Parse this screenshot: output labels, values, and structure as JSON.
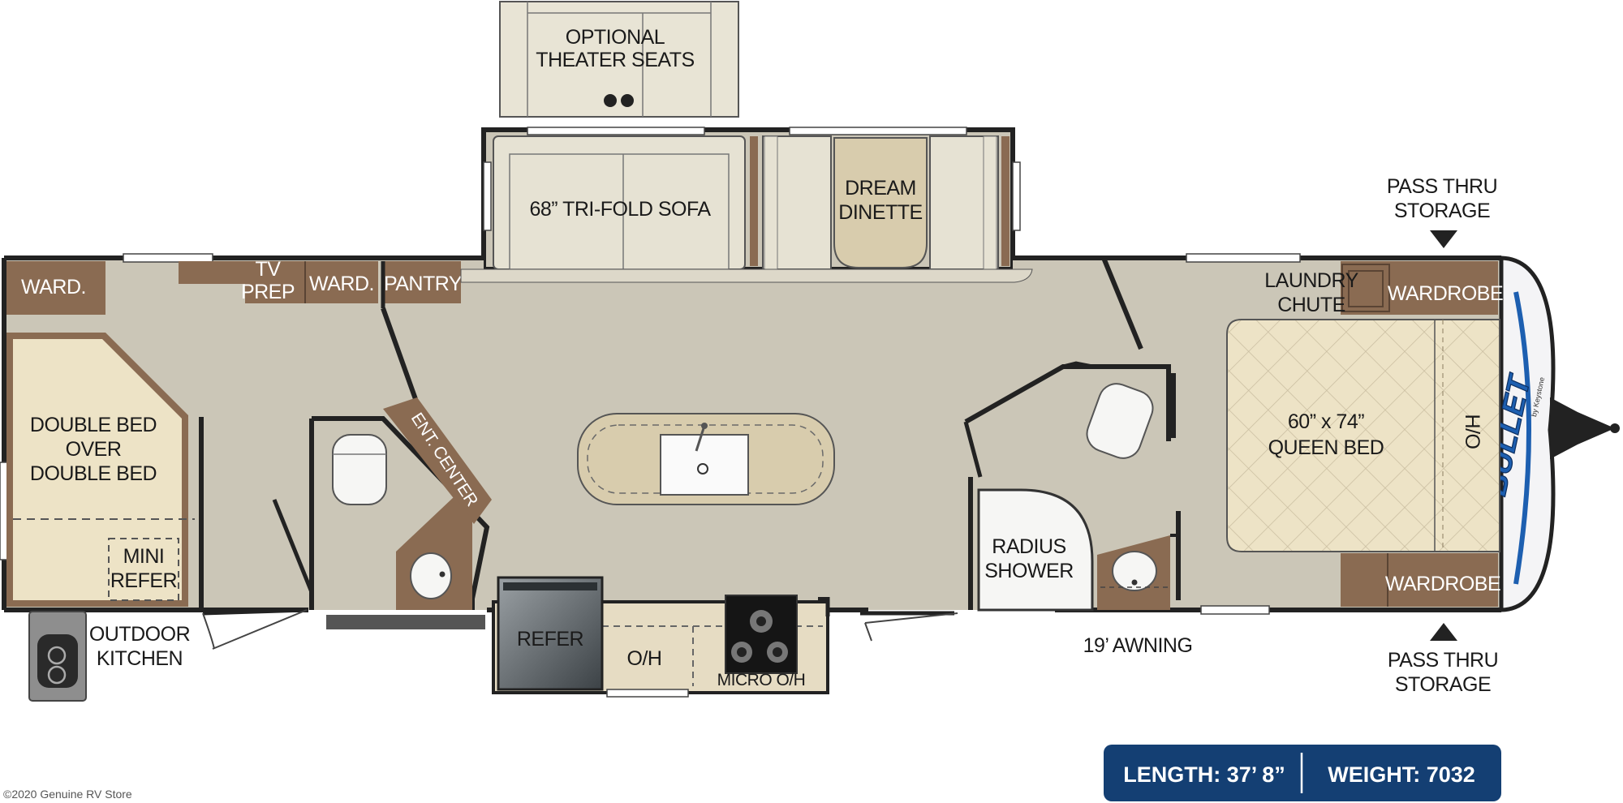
{
  "labels": {
    "theater": [
      "OPTIONAL",
      "THEATER SEATS"
    ],
    "sofa": "68” TRI-FOLD SOFA",
    "dinette": [
      "DREAM",
      "DINETTE"
    ],
    "pass_thru_top": [
      "PASS THRU",
      "STORAGE"
    ],
    "pass_thru_bottom": [
      "PASS THRU",
      "STORAGE"
    ],
    "ward_left": "WARD.",
    "tv_prep": [
      "TV",
      "PREP"
    ],
    "ward_mid": "WARD.",
    "pantry": "PANTRY",
    "laundry": [
      "LAUNDRY",
      "CHUTE"
    ],
    "wardrobe_top": "WARDROBE",
    "wardrobe_bottom": "WARDROBE",
    "bunk": [
      "DOUBLE BED",
      "OVER",
      "DOUBLE BED"
    ],
    "mini_refer": [
      "MINI",
      "REFER"
    ],
    "outdoor_kitchen": [
      "OUTDOOR",
      "KITCHEN"
    ],
    "ent_center": "ENT. CENTER",
    "refer": "REFER",
    "oh": "O/H",
    "micro_oh": "MICRO O/H",
    "shower": [
      "RADIUS",
      "SHOWER"
    ],
    "awning": "19’ AWNING",
    "queen_bed": [
      "60” x 74”",
      "QUEEN BED"
    ],
    "ho": "H/O",
    "brand_logo": "BULLET",
    "brand_sub": "by Keystone"
  },
  "specs": {
    "length": "LENGTH: 37’ 8”",
    "weight": "WEIGHT: 7032"
  },
  "copyright": "©2020 Genuine RV Store",
  "colors": {
    "floor": "#cbc6b7",
    "wall": "#222222",
    "cabinet": "#8a6b52",
    "furniture": "#e6e2d3",
    "bed": "#ece4ca",
    "spec_bar": "#143f73"
  }
}
